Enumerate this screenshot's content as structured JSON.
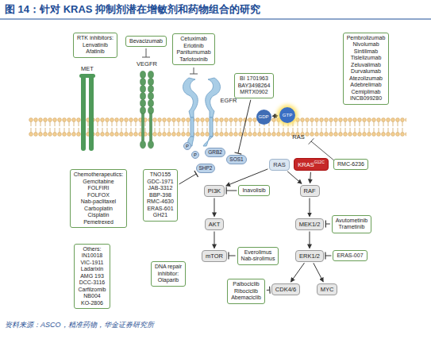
{
  "diagram": {
    "title": "图 14：针对 KRAS 抑制剂潜在增敏剂和药物组合的研究",
    "caption": "资料来源：ASCO，精准药物，华金证券研究所",
    "nodes": [
      {
        "text": [
          "RTK inhibitors: Lenvatinib Afatinib"
        ]
      },
      {
        "text": [
          "Bevacizumab"
        ]
      },
      {
        "text": [
          "Cetuximab Erlotinib Panitumumab Tarlotoxinib"
        ]
      },
      {
        "text": [
          "Pembrolizumab Nivolumab Sintilimab Tislelizumab Zeluvalimab Durvalumab Atezolizumab Adebrelimab Cemiplimab INCB099280"
        ]
      },
      {
        "text": [
          "BI 1701963 BAY3498264 MRTX0902"
        ]
      },
      {
        "text": [
          "GDP"
        ]
      },
      {
        "text": [
          "GTP"
        ]
      },
      {
        "text": [
          "P"
        ]
      },
      {
        "text": [
          "P"
        ]
      },
      {
        "text": [
          "GRB2"
        ]
      },
      {
        "text": [
          "SOS1"
        ]
      },
      {
        "text": [
          "SHP2"
        ]
      },
      {
        "text": [
          "RAS"
        ]
      },
      {
        "text": [
          "KRAS",
          "G12C"
        ]
      },
      {
        "text": [
          "Chemotherapeutics: Gemcitabine FOLFIRI FOLFOX Nab-paclitaxel Carboplatin Cisplatin Pemetrexed"
        ]
      },
      {
        "text": [
          "TNO155 GDC-1971 JAB-3312 BBP-398 RMC-4630 ERAS-601 GH21"
        ]
      },
      {
        "text": [
          "RMC-6236"
        ]
      },
      {
        "text": [
          "PI3K"
        ]
      },
      {
        "text": [
          "Inavolisib"
        ]
      },
      {
        "text": [
          "RAF"
        ]
      },
      {
        "text": [
          "AKT"
        ]
      },
      {
        "text": [
          "MEK1/2"
        ]
      },
      {
        "text": [
          "Avutometinib Trametinib"
        ]
      },
      {
        "text": [
          "Others: IN10018 VIC-1911 Ladarixin AMG 193 DCC-3116 Carfilzomib NB004 KO-2806"
        ]
      },
      {
        "text": [
          "mTOR"
        ]
      },
      {
        "text": [
          "Everolimus Nab-sirolimus"
        ]
      },
      {
        "text": [
          "ERK1/2"
        ]
      },
      {
        "text": [
          "ERAS-007"
        ]
      },
      {
        "text": [
          "DNA repair inhibitor: Olaparib"
        ]
      },
      {
        "text": [
          "Palbociclib Ribociclib Abemaciclib"
        ]
      },
      {
        "text": [
          "CDK4/6"
        ]
      },
      {
        "text": [
          "MYC"
        ]
      }
    ],
    "edges": [
      {
        "from": 5,
        "to": 6,
        "arrow": "both"
      },
      {
        "from": 4,
        "to": 10,
        "arrow": "to"
      },
      {
        "from": 15,
        "to": 11,
        "arrow": "to"
      },
      {
        "from": 12,
        "to": 17,
        "arrow": "to"
      },
      {
        "from": 12,
        "to": 19,
        "arrow": "to"
      },
      {
        "from": 13,
        "to": 19,
        "arrow": "to"
      },
      {
        "from": 17,
        "to": 20,
        "arrow": "to"
      },
      {
        "from": 20,
        "to": 24,
        "arrow": "to"
      },
      {
        "from": 19,
        "to": 21,
        "arrow": "to"
      },
      {
        "from": 21,
        "to": 26,
        "arrow": "to"
      },
      {
        "from": 26,
        "to": 30,
        "arrow": "to"
      },
      {
        "from": 26,
        "to": 31,
        "arrow": "to"
      },
      {
        "from": 18,
        "to": 17,
        "arrow": "to"
      },
      {
        "from": 22,
        "to": 21,
        "arrow": "to"
      },
      {
        "from": 27,
        "to": 26,
        "arrow": "to"
      },
      {
        "from": 25,
        "to": 24,
        "arrow": "to"
      },
      {
        "from": 29,
        "to": 30,
        "arrow": "to"
      }
    ],
    "labels": [
      "MET",
      "VEGFR",
      "EGFR",
      "RAS"
    ]
  }
}
